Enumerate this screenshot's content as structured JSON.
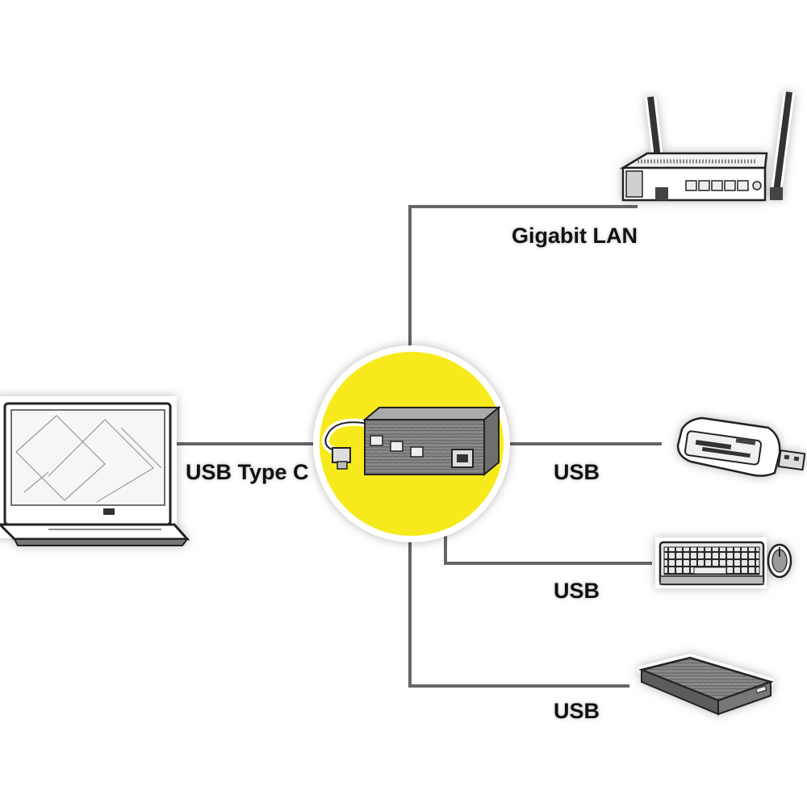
{
  "labels": {
    "laptop": "USB Type C",
    "router": "Gigabit LAN",
    "card_reader": "USB",
    "keyboard": "USB",
    "drive": "USB"
  },
  "colors": {
    "hub_circle": "#f7ea1c",
    "lines": "#666666",
    "text": "#111111"
  },
  "devices": [
    {
      "name": "laptop",
      "icon": "laptop-icon"
    },
    {
      "name": "usb-hub",
      "icon": "usb-hub-icon"
    },
    {
      "name": "router",
      "icon": "router-icon"
    },
    {
      "name": "card-reader",
      "icon": "card-reader-icon"
    },
    {
      "name": "keyboard-mouse",
      "icon": "keyboard-mouse-icon"
    },
    {
      "name": "external-drive",
      "icon": "external-drive-icon"
    }
  ]
}
